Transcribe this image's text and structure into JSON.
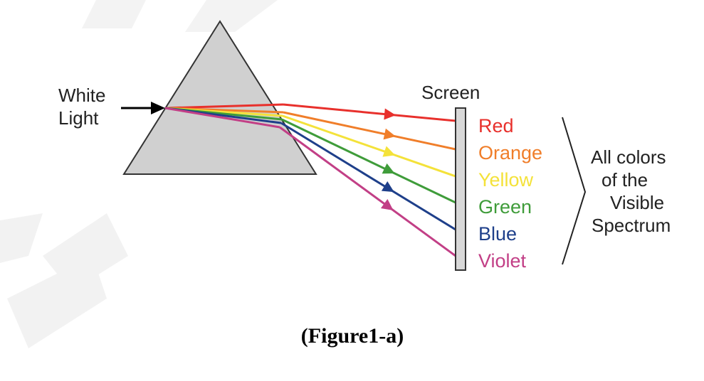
{
  "diagram": {
    "input_label": [
      "White",
      "Light"
    ],
    "screen_label": "Screen",
    "colors": [
      {
        "name": "Red",
        "hex": "#e8302c"
      },
      {
        "name": "Orange",
        "hex": "#f07e2a"
      },
      {
        "name": "Yellow",
        "hex": "#f4e23a"
      },
      {
        "name": "Green",
        "hex": "#3f9c3a"
      },
      {
        "name": "Blue",
        "hex": "#1e3f8a"
      },
      {
        "name": "Violet",
        "hex": "#c23f86"
      }
    ],
    "brace_label": [
      "All colors",
      "of the",
      "Visible",
      "Spectrum"
    ],
    "caption": "(Figure1-a)",
    "prism_color": "#d0d0d0",
    "screen_color": "#d8d8d8"
  }
}
